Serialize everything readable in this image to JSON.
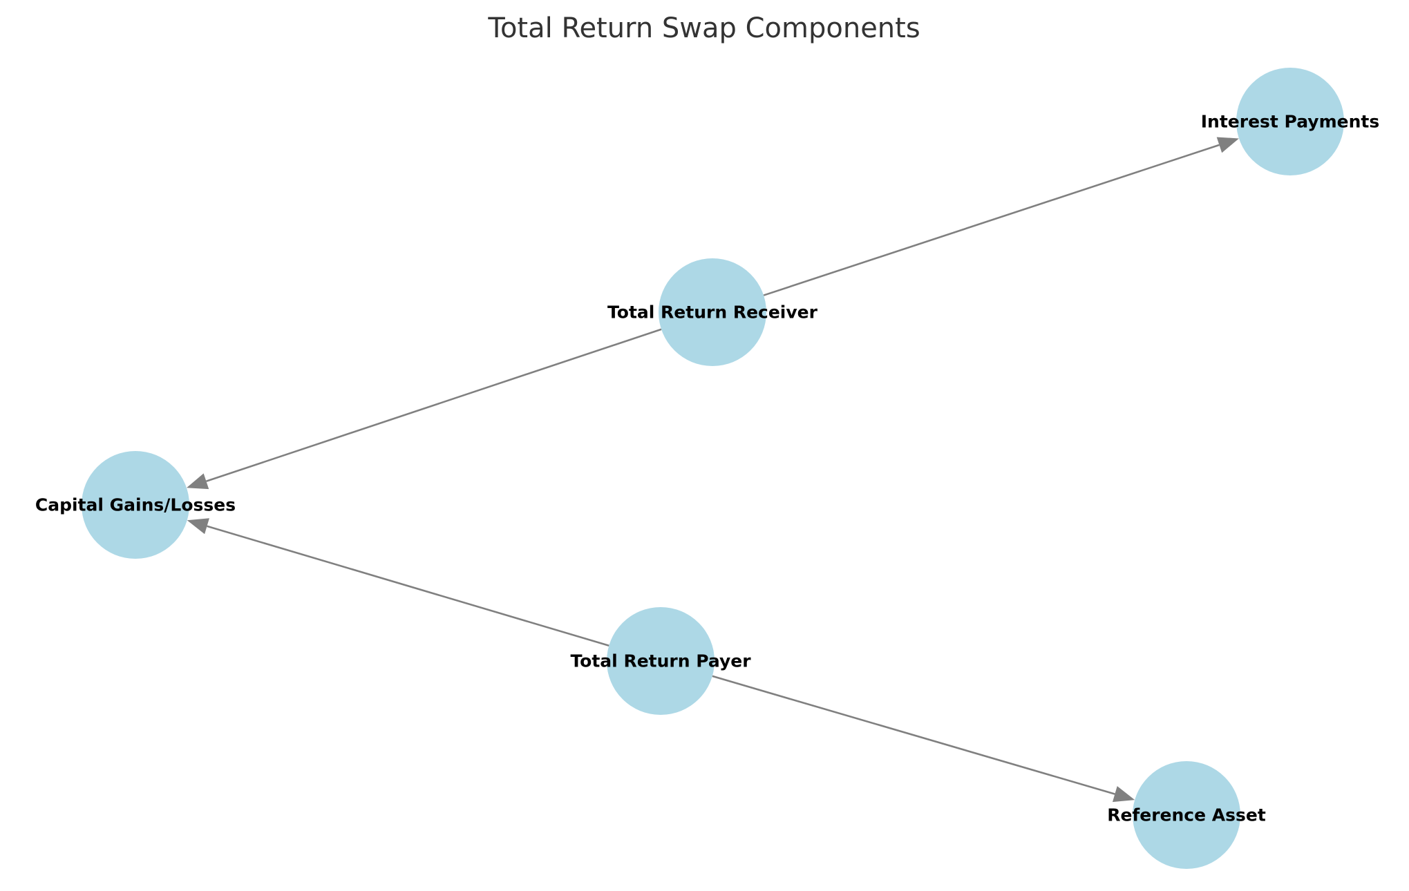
{
  "title": "Total Return Swap Components",
  "colors": {
    "node_fill": "#add8e6",
    "edge": "#808080",
    "title": "#333333",
    "label": "#000000"
  },
  "nodes": [
    {
      "id": "interest-payments",
      "label": "Interest Payments"
    },
    {
      "id": "total-return-receiver",
      "label": "Total Return Receiver"
    },
    {
      "id": "capital-gains-losses",
      "label": "Capital Gains/Losses"
    },
    {
      "id": "total-return-payer",
      "label": "Total Return Payer"
    },
    {
      "id": "reference-asset",
      "label": "Reference Asset"
    }
  ],
  "edges": [
    {
      "from": "total-return-receiver",
      "to": "interest-payments"
    },
    {
      "from": "total-return-receiver",
      "to": "capital-gains-losses"
    },
    {
      "from": "total-return-payer",
      "to": "capital-gains-losses"
    },
    {
      "from": "total-return-payer",
      "to": "reference-asset"
    }
  ]
}
